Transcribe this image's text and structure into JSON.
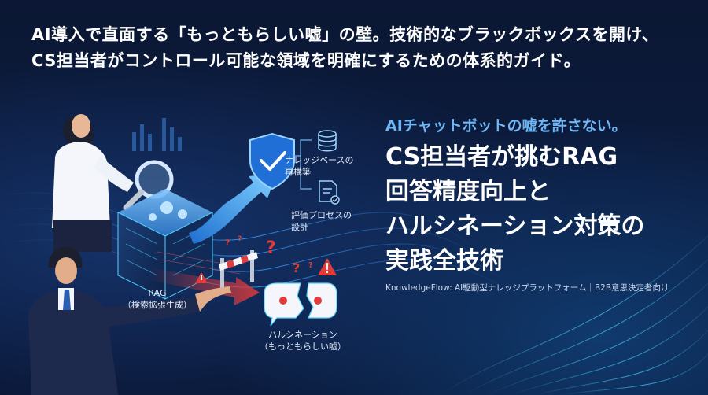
{
  "headline": {
    "line1": "AI導入で直面する「もっともらしい嘘」の壁。技術的なブラックボックスを開け、",
    "line2": "CS担当者がコントロール可能な領域を明確にするための体系的ガイド。"
  },
  "illustration": {
    "knowledge_base_label_1": "ナレッジベースの",
    "knowledge_base_label_2": "再構築",
    "evaluation_label_1": "評価プロセスの",
    "evaluation_label_2": "設計",
    "rag_label_1": "RAG",
    "rag_label_2": "（検索拡張生成）",
    "hallucination_label_1": "ハルシネーション",
    "hallucination_label_2": "（もっともらしい嘘）"
  },
  "tagline": "AIチャットボットの嘘を許さない。",
  "main_title": {
    "line1": "CS担当者が挑むRAG",
    "line2": "回答精度向上と",
    "line3": "ハルシネーション対策の",
    "line4": "実践全技術"
  },
  "footer_note": "KnowledgeFlow: AI駆動型ナレッジプラットフォーム｜B2B意思決定者向け",
  "colors": {
    "background": "#0b1733",
    "accent_blue": "#6fb6f5",
    "warning_red": "#e23b3b",
    "glow_cyan": "#4fd2ff"
  },
  "icons": [
    "database-icon",
    "document-check-icon",
    "shield-check-icon",
    "magnifier-icon",
    "gear-icon",
    "warning-icon",
    "question-mark-icon",
    "broken-speech-bubble-icon",
    "barrier-icon"
  ]
}
